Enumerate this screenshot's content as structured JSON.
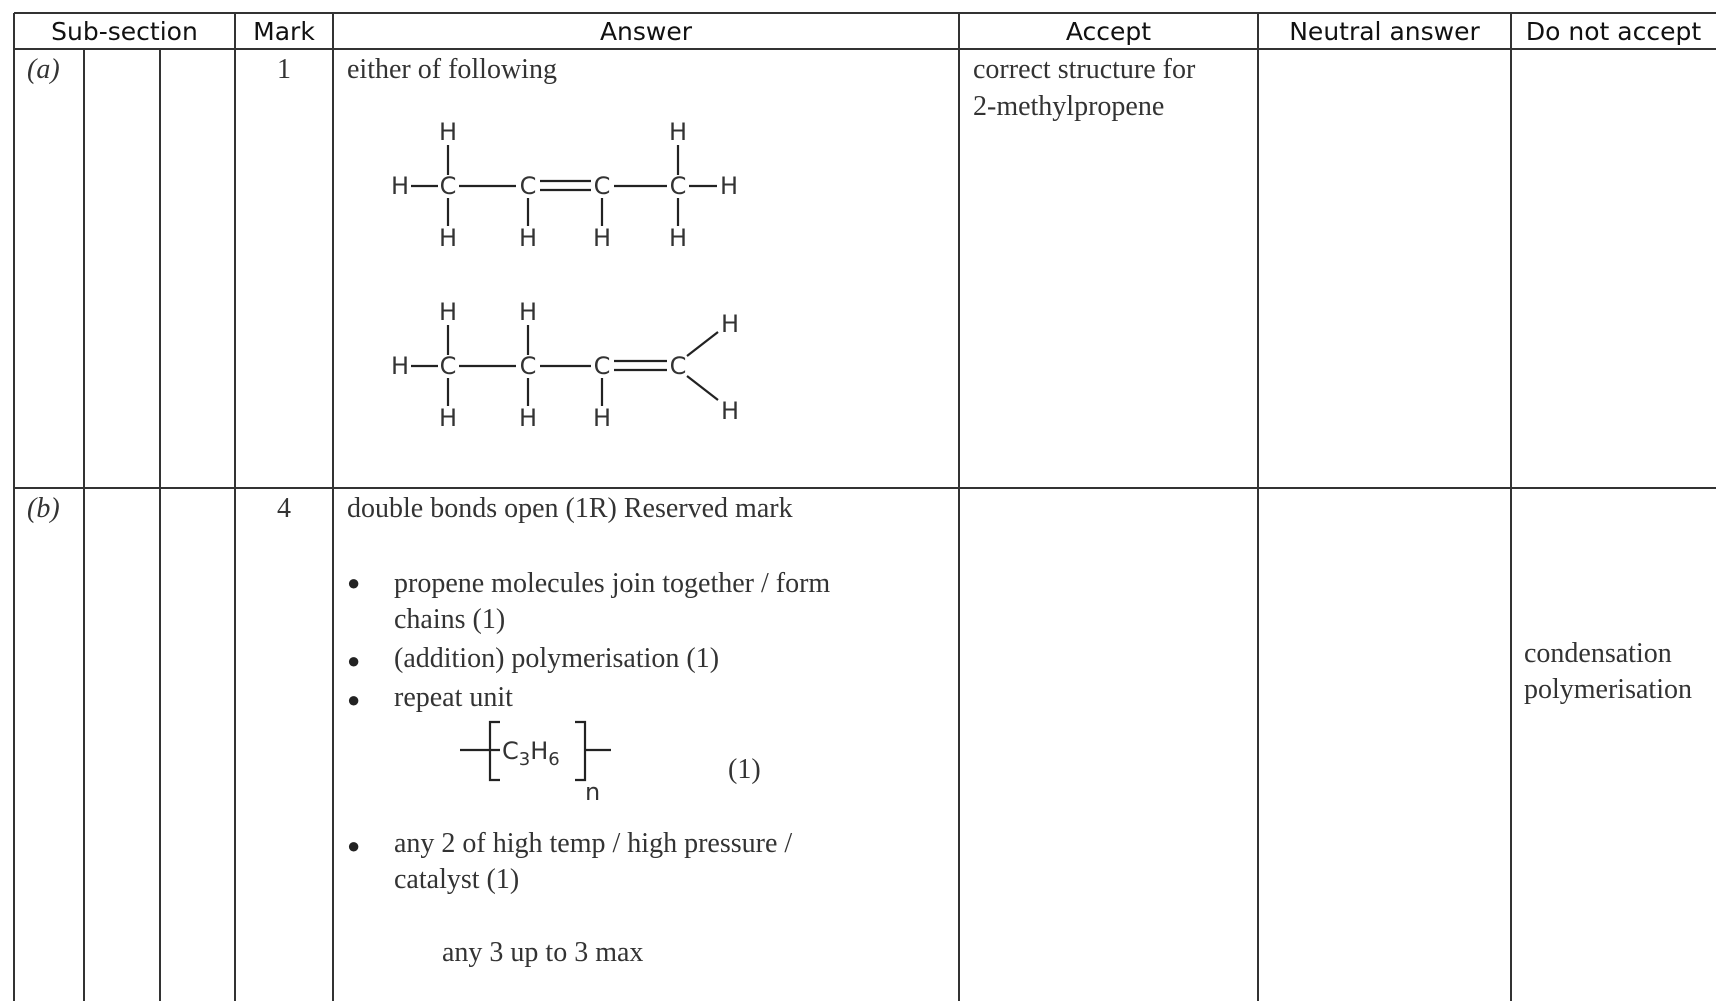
{
  "headers": {
    "subsection": "Sub-section",
    "mark": "Mark",
    "answer": "Answer",
    "accept": "Accept",
    "neutral": "Neutral answer",
    "do_not_accept": "Do not accept"
  },
  "rows": [
    {
      "label": "(a)",
      "mark": "1",
      "answer_intro": "either of following",
      "structures": [
        "but-2-ene",
        "but-1-ene"
      ],
      "accept_line1": "correct structure for",
      "accept_line2": "2-methylpropene"
    },
    {
      "label": "(b)",
      "mark": "4",
      "answer_intro": "double bonds open  (1R) Reserved mark",
      "bullet1_line1": "propene molecules join together / form",
      "bullet1_line2": "chains (1)",
      "bullet2": "(addition) polymerisation  (1)",
      "bullet3": "repeat unit",
      "repeat_unit_mark": "(1)",
      "bullet4_line1": "any 2 of high temp / high pressure /",
      "bullet4_line2": "catalyst  (1)",
      "summary": "any 3 up to 3 max",
      "do_not_accept_line1": "condensation",
      "do_not_accept_line2": "polymerisation"
    }
  ]
}
